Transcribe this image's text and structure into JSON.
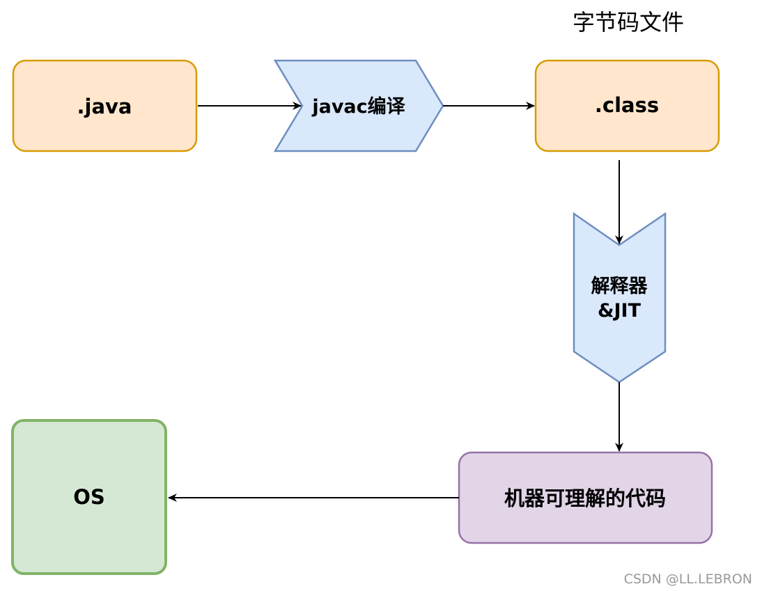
{
  "diagram": {
    "caption": "字节码文件",
    "nodes": {
      "java": ".java",
      "javac": "javac编译",
      "class": ".class",
      "interpreter_line1": "解释器",
      "interpreter_line2": "&JIT",
      "machine_code": "机器可理解的代码",
      "os": "OS"
    },
    "colors": {
      "source_fill": "#ffe6cc",
      "source_stroke": "#d79b00",
      "process_fill": "#dae8fc",
      "process_stroke": "#6c8ebf",
      "code_fill": "#e1d5e7",
      "code_stroke": "#9673a6",
      "os_fill": "#d5e8d4",
      "os_stroke": "#82b366"
    }
  },
  "watermark": "CSDN @LL.LEBRON"
}
